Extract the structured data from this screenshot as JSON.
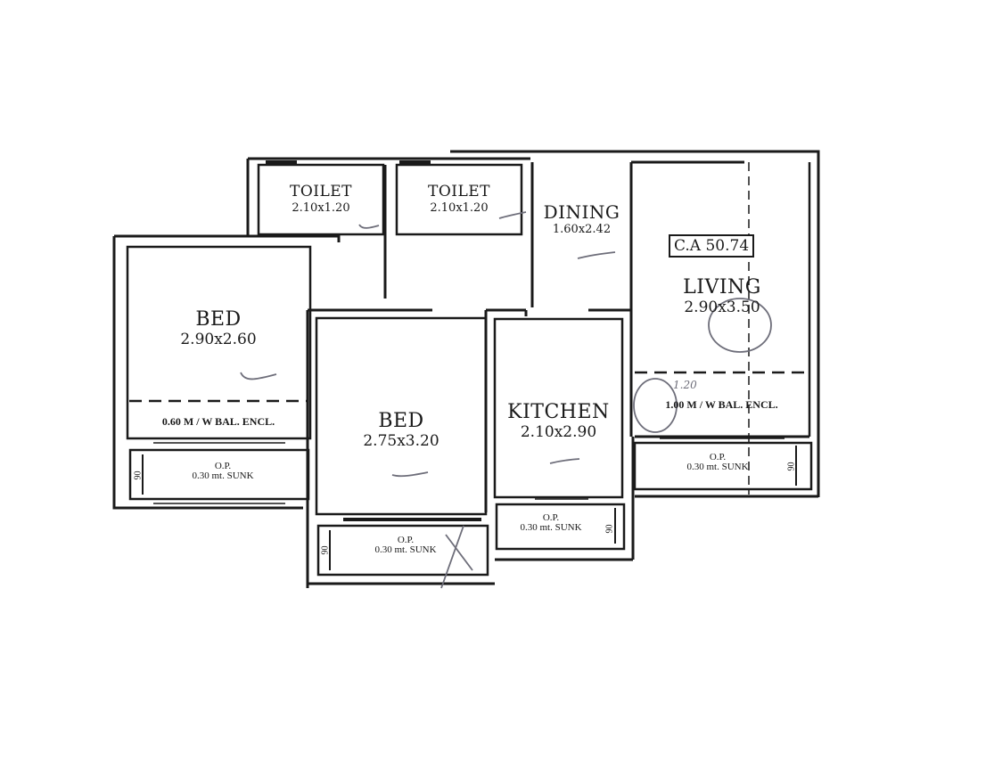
{
  "plan": {
    "carpet_area": "C.A 50.74",
    "rooms": {
      "toilet1": {
        "name": "TOILET",
        "dims": "2.10x1.20"
      },
      "toilet2": {
        "name": "TOILET",
        "dims": "2.10x1.20"
      },
      "dining": {
        "name": "DINING",
        "dims": "1.60x2.42"
      },
      "living": {
        "name": "LIVING",
        "dims": "2.90x3.50"
      },
      "bed1": {
        "name": "BED",
        "dims": "2.90x2.60"
      },
      "bed2": {
        "name": "BED",
        "dims": "2.75x3.20"
      },
      "kitchen": {
        "name": "KITCHEN",
        "dims": "2.10x2.90"
      }
    },
    "balconies": {
      "bed1_balcony": "0.60 M / W BAL. ENCL.",
      "living_balcony": "1.00 M / W BAL. ENCL."
    },
    "open_plots": {
      "op1": {
        "title": "O.P.",
        "desc": "0.30 mt. SUNK",
        "ht": "90"
      },
      "op2": {
        "title": "O.P.",
        "desc": "0.30 mt. SUNK",
        "ht": "90"
      },
      "op3": {
        "title": "O.P.",
        "desc": "0.30 mt. SUNK",
        "ht": "90"
      },
      "op4": {
        "title": "O.P.",
        "desc": "0.30 mt. SUNK",
        "ht": "90"
      }
    },
    "annotations": {
      "handwritten_note": "1.20"
    },
    "colors": {
      "ink": "#1a1a1a",
      "pencil": "#6e6e7a",
      "paper": "#ffffff"
    }
  }
}
